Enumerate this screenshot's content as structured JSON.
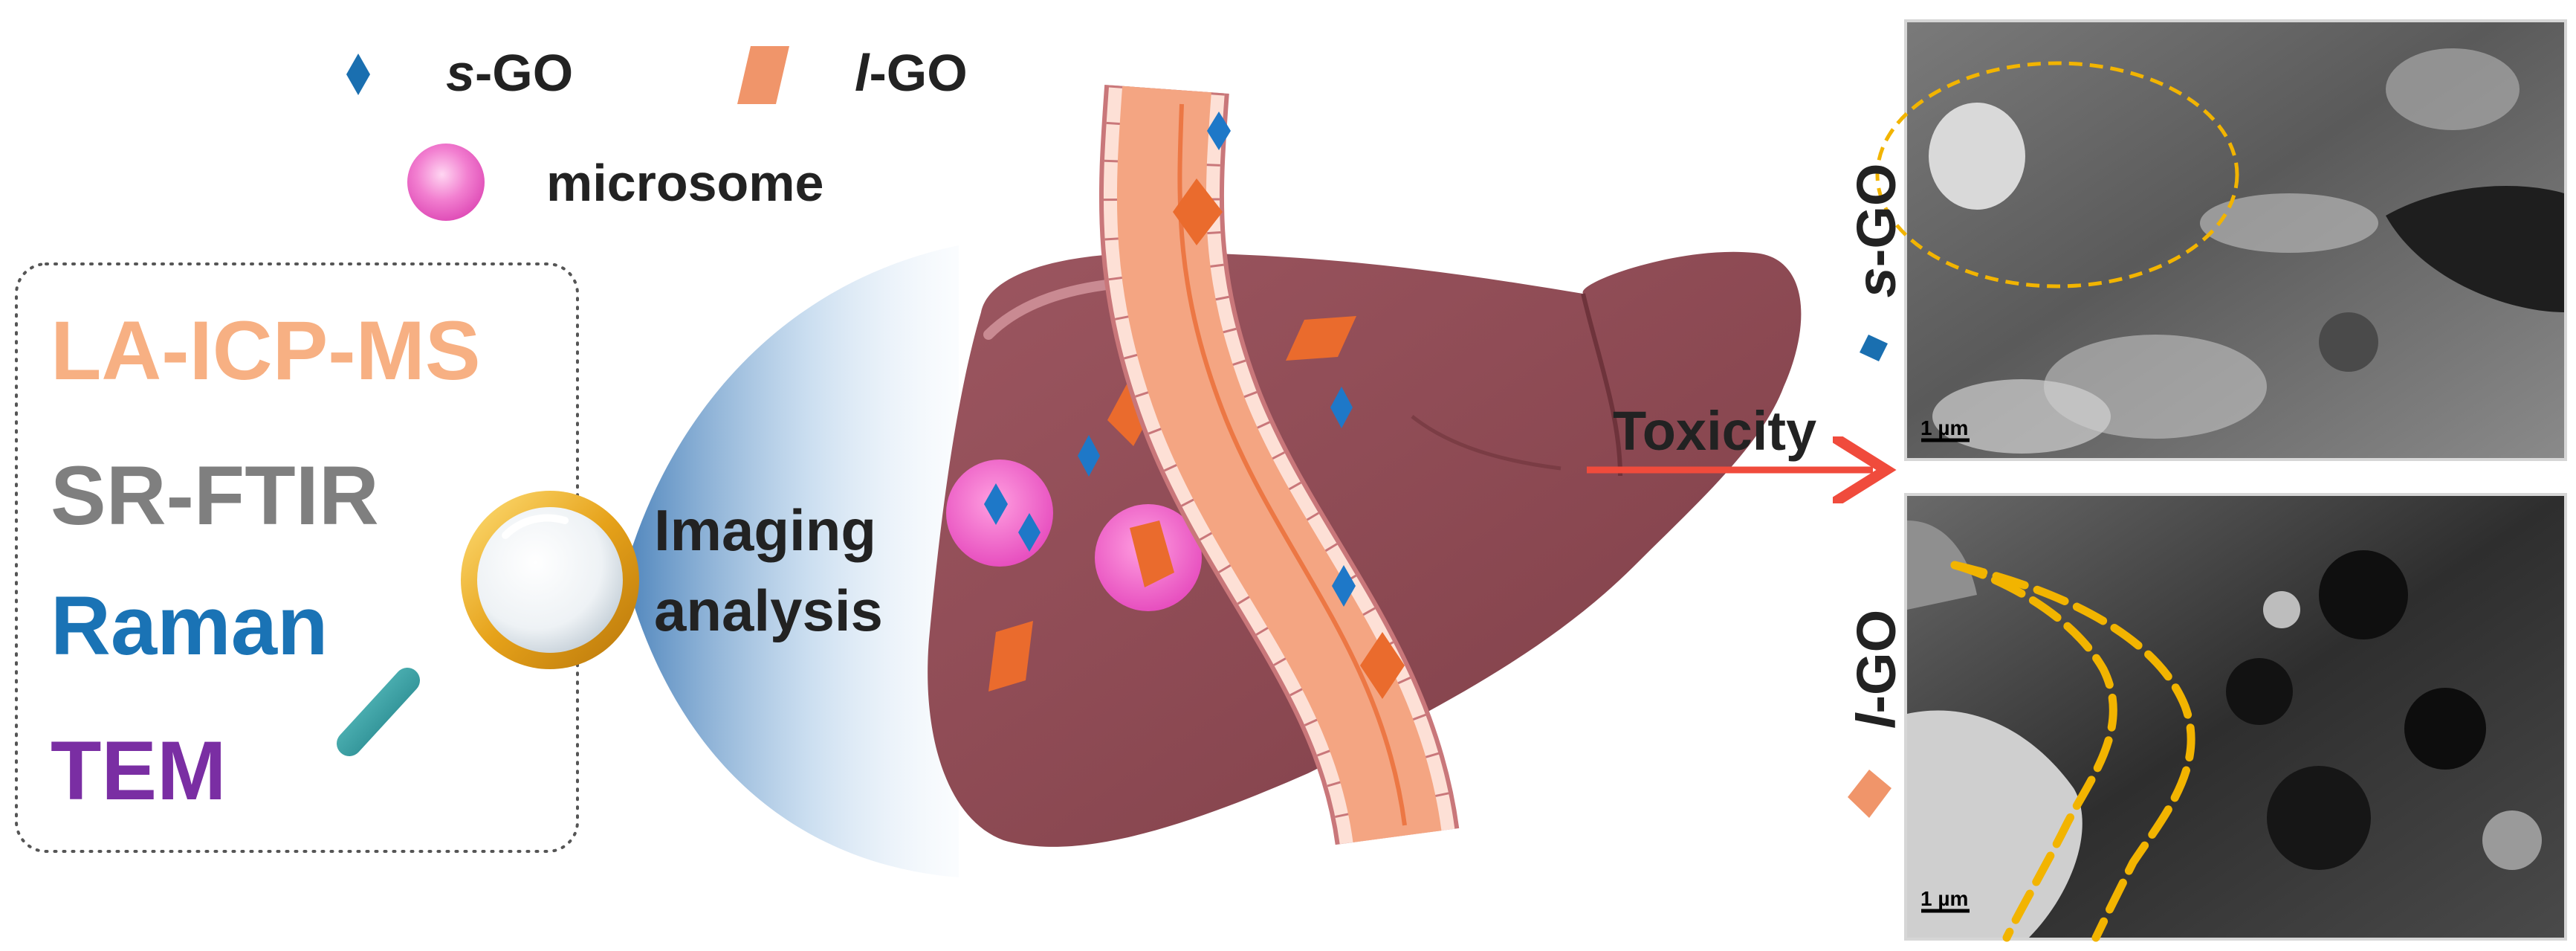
{
  "legend": {
    "s_go": {
      "prefix": "s",
      "suffix": "-GO",
      "color": "#1a6fb0"
    },
    "l_go": {
      "prefix": "l",
      "suffix": "-GO",
      "color": "#f0956a"
    },
    "microsome": {
      "label": "microsome",
      "color": "#ec6fc4"
    }
  },
  "techniques": [
    {
      "label": "LA-ICP-MS",
      "color": "#f7b083"
    },
    {
      "label": "SR-FTIR",
      "color": "#7f7f7f"
    },
    {
      "label": "Raman",
      "color": "#1a73b5"
    },
    {
      "label": "TEM",
      "color": "#7a2ea3"
    }
  ],
  "imaging": {
    "line1": "Imaging",
    "line2": "analysis"
  },
  "toxicity": {
    "label": "Toxicity",
    "arrow_color": "#f04b3c"
  },
  "tem_panels": [
    {
      "prefix": "s",
      "suffix": "-GO",
      "scale": "1 µm",
      "outline_color": "#f2b400"
    },
    {
      "prefix": "l",
      "suffix": "-GO",
      "scale": "1 µm",
      "outline_color": "#f2b400"
    }
  ],
  "colors": {
    "liver": "#8e4a52",
    "vessel": "#f4a582",
    "s_go_marker": "#1e78c8",
    "l_go_marker": "#ea6b2d"
  }
}
